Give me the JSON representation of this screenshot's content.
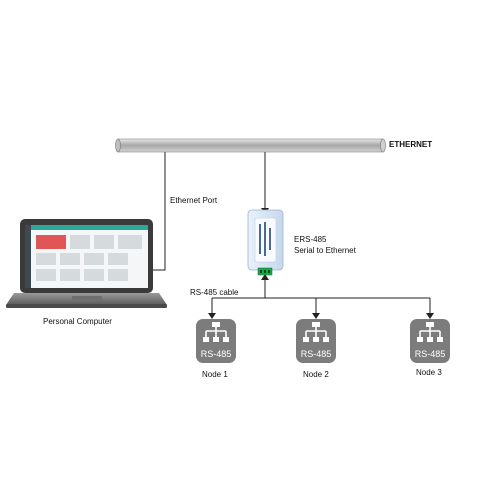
{
  "labels": {
    "ethernet": "ETHERNET",
    "ethernet_port": "Ethernet Port",
    "personal_computer": "Personal Computer",
    "device_name": "ERS-485",
    "device_desc": "Serial to Ethernet",
    "rs485_cable": "RS-485 cable"
  },
  "nodes": [
    {
      "badge": "RS-485",
      "label": "Node 1"
    },
    {
      "badge": "RS-485",
      "label": "Node 2"
    },
    {
      "badge": "RS-485",
      "label": "Node 3"
    }
  ],
  "colors": {
    "bus": "#b5b5b5",
    "node_box": "#7c7c7c",
    "screen_accent": "#e05555",
    "header_bar": "#2aa89a",
    "device_body": "#d8e6f4",
    "terminal": "#1aa84a"
  }
}
